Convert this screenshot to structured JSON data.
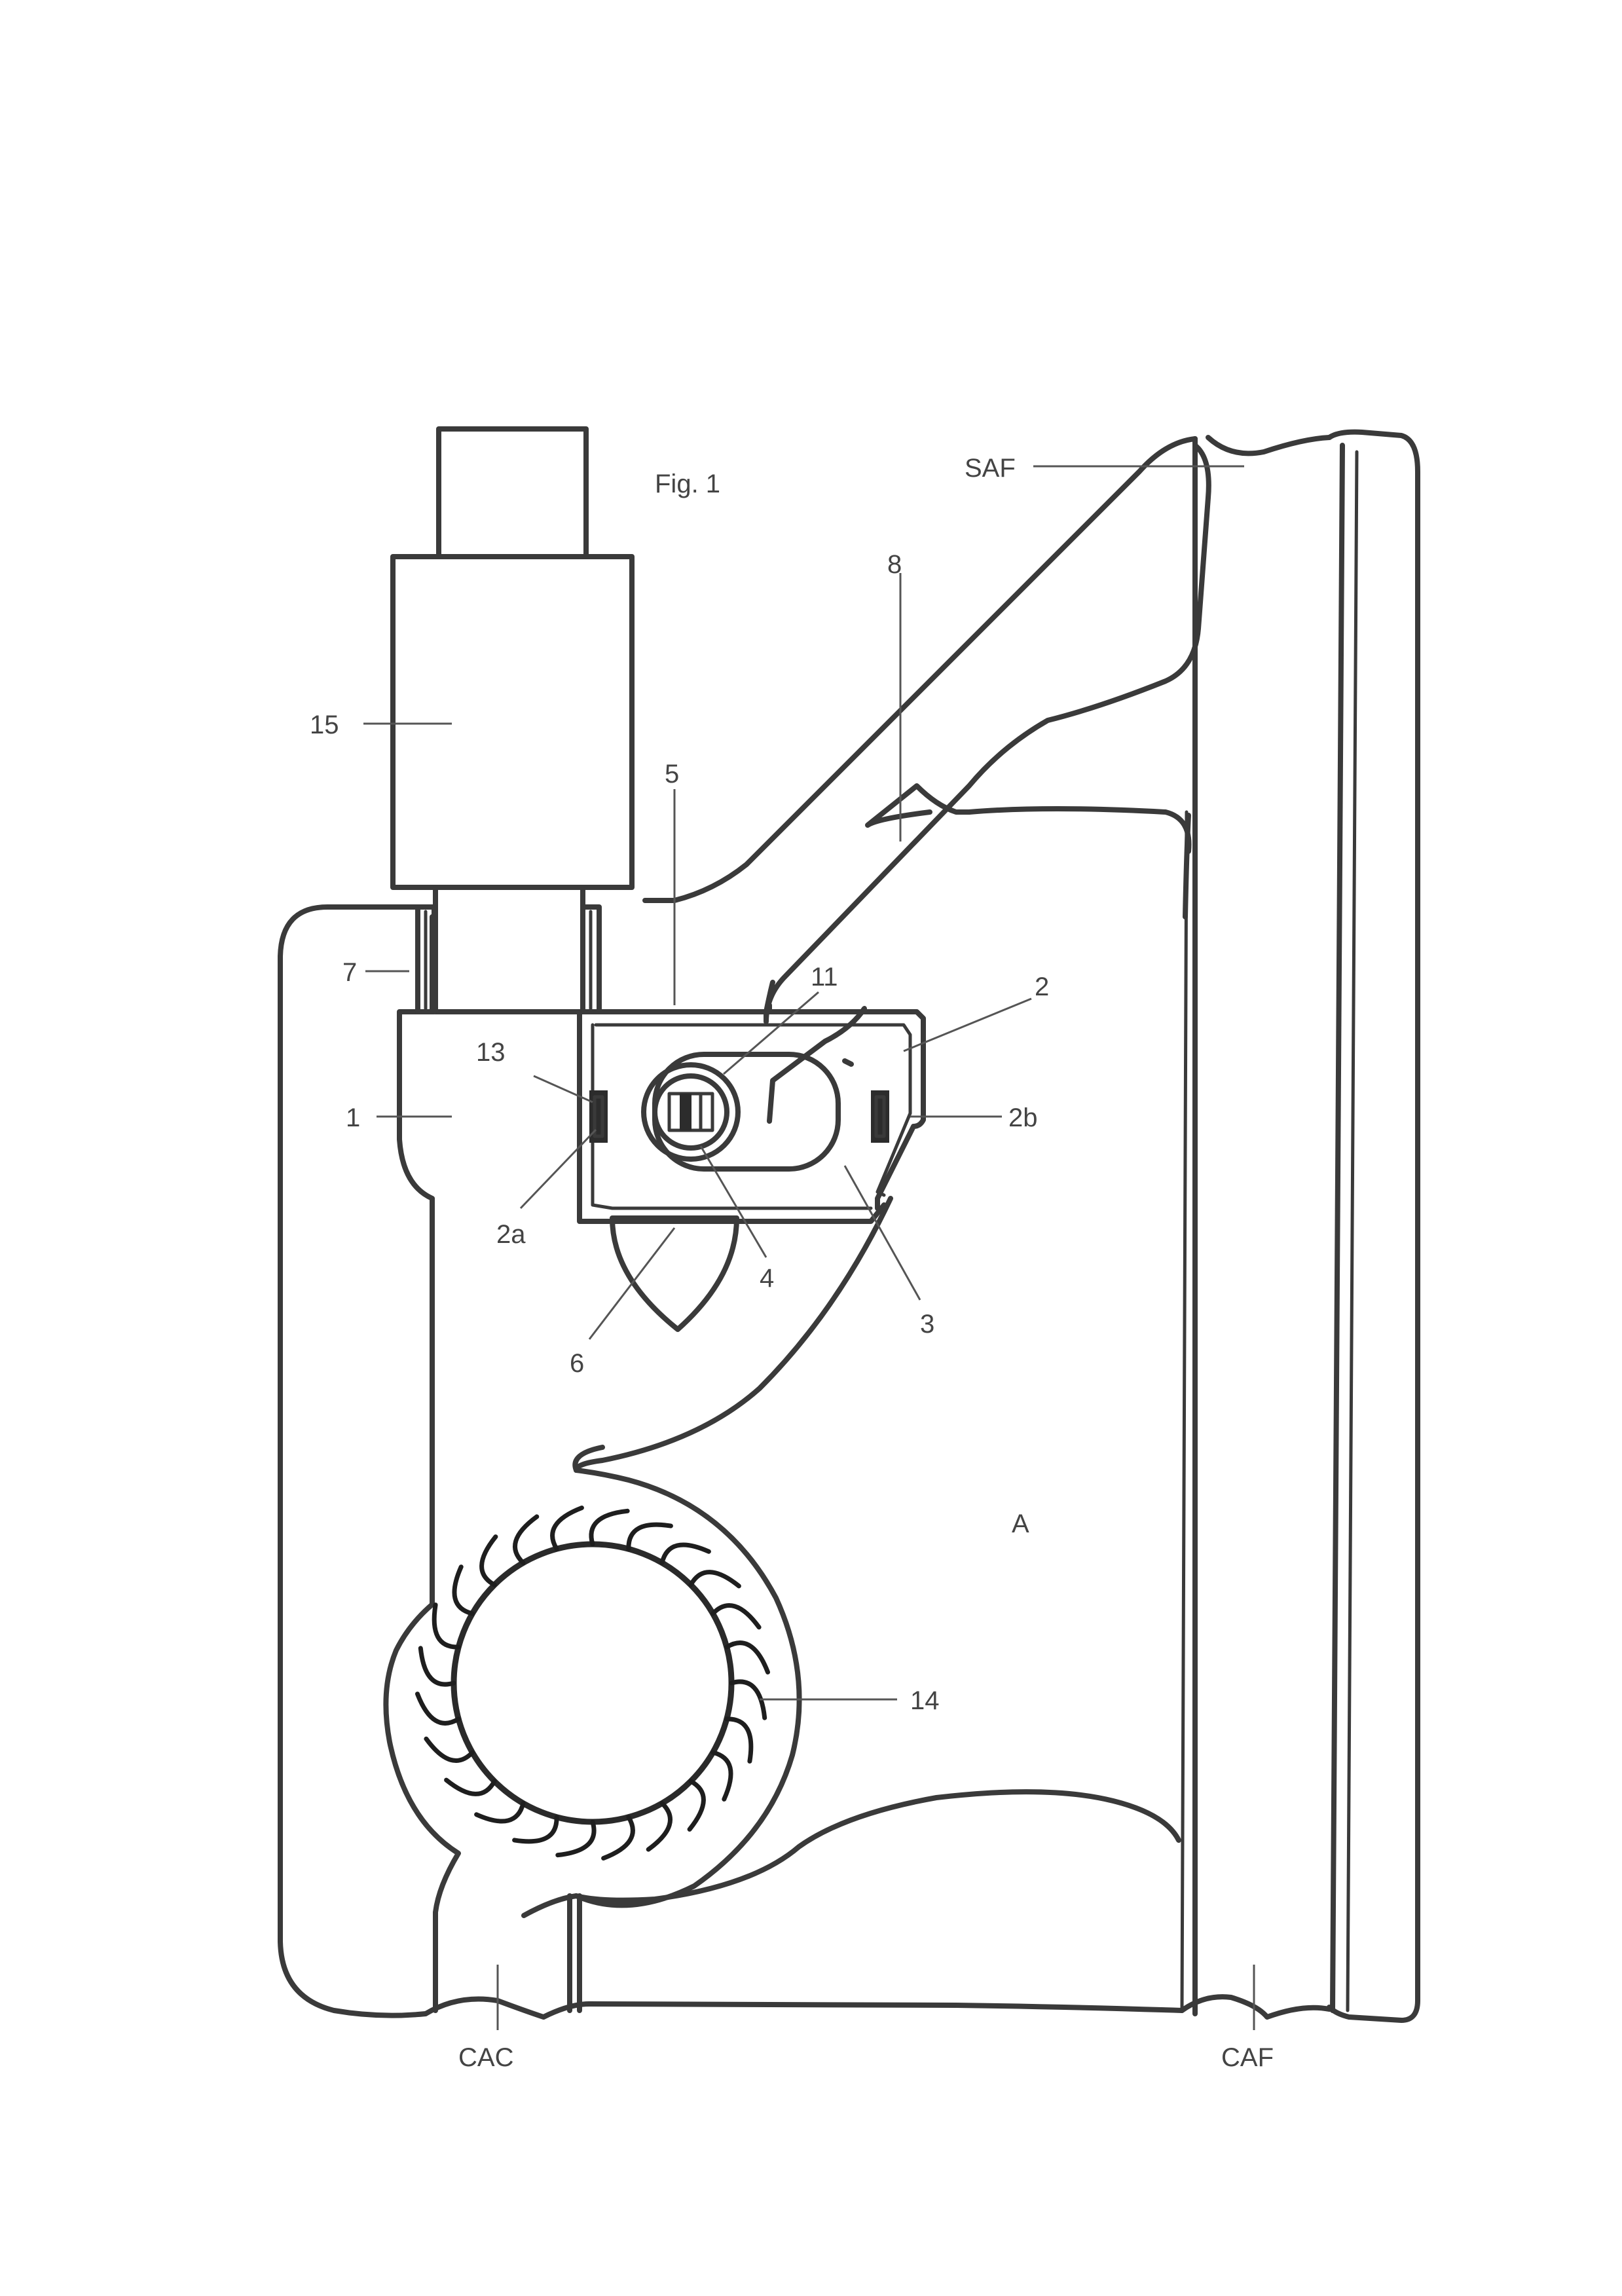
{
  "figure": {
    "title": "Fig. 1",
    "labels": {
      "l1": "1",
      "l2": "2",
      "l2a": "2a",
      "l2b": "2b",
      "l3": "3",
      "l4": "4",
      "l5": "5",
      "l6": "6",
      "l7": "7",
      "l8": "8",
      "l11": "11",
      "l13": "13",
      "l14": "14",
      "l15": "15",
      "A": "A",
      "SAF": "SAF",
      "CAC": "CAC",
      "CAF": "CAF"
    }
  },
  "colors": {
    "line": "#3a3a3a",
    "text": "#444444",
    "background": "#ffffff"
  }
}
